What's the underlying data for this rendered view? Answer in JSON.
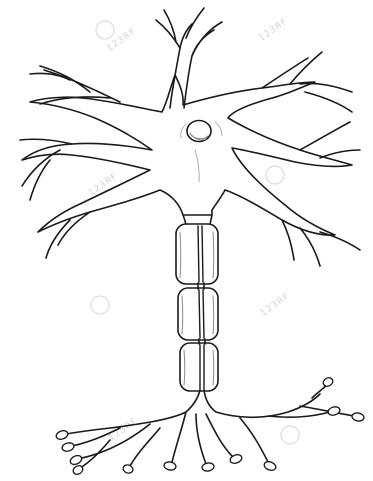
{
  "figure": {
    "subject": "neuron",
    "style": "black ink line drawing on white background",
    "stroke_color": "#1a1a1a",
    "shade_color": "#9a9a9a",
    "background_color": "#ffffff",
    "watermark": {
      "text": "123RF",
      "color": "#d4d4d4"
    }
  }
}
